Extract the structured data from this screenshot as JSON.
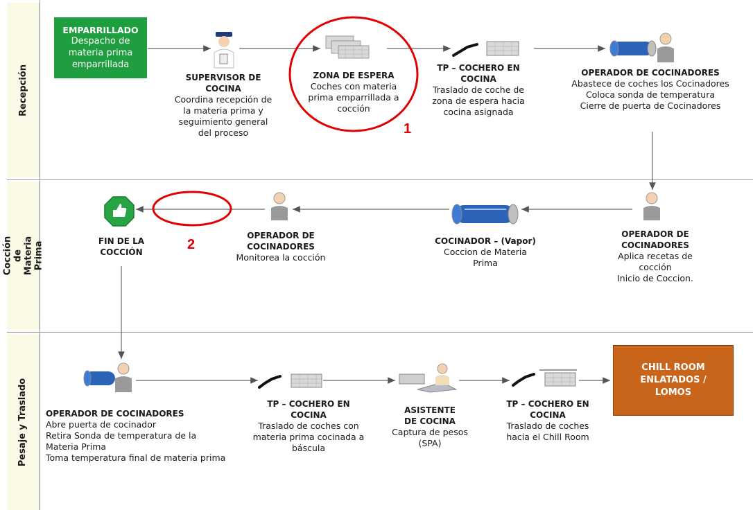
{
  "lanes": [
    "Recepción",
    "Cocción de Materia Prima",
    "Pesaje y Traslado"
  ],
  "start_box": {
    "title": "EMPARRILLADO",
    "text": "Despacho de materia prima emparrillada",
    "color": "#1e9e3e"
  },
  "end_box": {
    "title": "CHILL ROOM ENLATADOS / LOMOS",
    "color": "#c8651b"
  },
  "nodes": {
    "supervisor": {
      "title": "SUPERVISOR DE COCINA",
      "desc": "Coordina recepción de la materia prima y seguimiento general del proceso"
    },
    "zona": {
      "title": "ZONA DE ESPERA",
      "desc": "Coches con materia prima emparrillada a cocción"
    },
    "tp1": {
      "title": "TP – COCHERO EN COCINA",
      "desc": "Traslado de coche de zona de espera hacia cocina asignada"
    },
    "op1": {
      "title": "OPERADOR DE COCINADORES",
      "desc_lines": [
        "Abastece de coches los Cocinadores",
        "Coloca sonda de temperatura",
        "Cierre de puerta de Cocinadores"
      ]
    },
    "op2": {
      "title": "OPERADOR DE COCINADORES",
      "desc_lines": [
        "Aplica recetas de cocción",
        "Inicio de Coccion."
      ]
    },
    "cocinador": {
      "title": "COCINADOR – (Vapor)",
      "desc": "Coccion de Materia Prima"
    },
    "op3": {
      "title": "OPERADOR DE COCINADORES",
      "desc": "Monitorea la cocción"
    },
    "fin": {
      "title": "FIN DE LA COCCIÓN"
    },
    "op4": {
      "title": "OPERADOR DE COCINADORES",
      "desc_lines": [
        "Abre puerta de cocinador",
        "Retira Sonda de temperatura de la Materia Prima",
        "Toma temperatura final de materia prima"
      ]
    },
    "tp2": {
      "title": "TP – COCHERO EN COCINA",
      "desc": "Traslado de coches con materia prima cocinada a báscula"
    },
    "asistente": {
      "title": "ASISTENTE DE COCINA",
      "desc": "Captura de pesos (SPA)"
    },
    "tp3": {
      "title": "TP – COCHERO EN COCINA",
      "desc": "Traslado de coches hacia el Chill Room"
    }
  },
  "markers": [
    "1",
    "2"
  ],
  "colors": {
    "highlight": "#e00000",
    "arrow": "#555555",
    "cooker": "#2a63b8"
  }
}
